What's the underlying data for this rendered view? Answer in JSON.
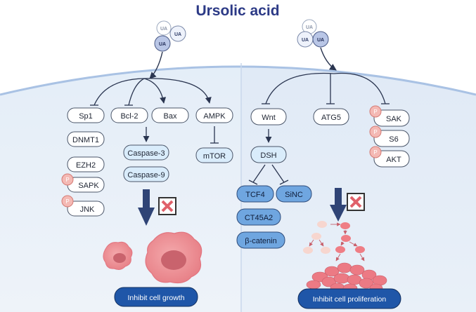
{
  "title": "Ursolic acid",
  "ua_label": "UA",
  "left_nodes": {
    "sp1": "Sp1",
    "dnmt1": "DNMT1",
    "ezh2": "EZH2",
    "sapk": "SAPK",
    "jnk": "JNK",
    "bcl2": "Bcl-2",
    "bax": "Bax",
    "caspase3": "Caspase-3",
    "caspase9": "Caspase-9",
    "ampk": "AMPK",
    "mtor": "mTOR"
  },
  "right_nodes": {
    "wnt": "Wnt",
    "dsh": "DSH",
    "tcf4": "TCF4",
    "sinc": "SiNC",
    "ct45a2": "CT45A2",
    "beta_catenin": "β-catenin",
    "atg5": "ATG5",
    "sak": "SAK",
    "s6": "S6",
    "akt": "AKT"
  },
  "phospho_label": "P",
  "outcomes": {
    "left": "Inhibit cell growth",
    "right": "Inhibit cell proliferation"
  },
  "colors": {
    "title": "#2c3a86",
    "arrow": "#2a3550",
    "big_arrow": "#34487a",
    "node_fill": "#ffffff",
    "node_stroke": "#4a5568",
    "light_node_fill": "#d9ecfb",
    "dark_node_fill": "#6fa6e0",
    "phospho_fill": "#f4b9b4",
    "phospho_stroke": "#d47a74",
    "outcome_fill": "#1f56a8",
    "cell_pink": "#ec8a8f",
    "cell_dark": "#c85f6b"
  }
}
